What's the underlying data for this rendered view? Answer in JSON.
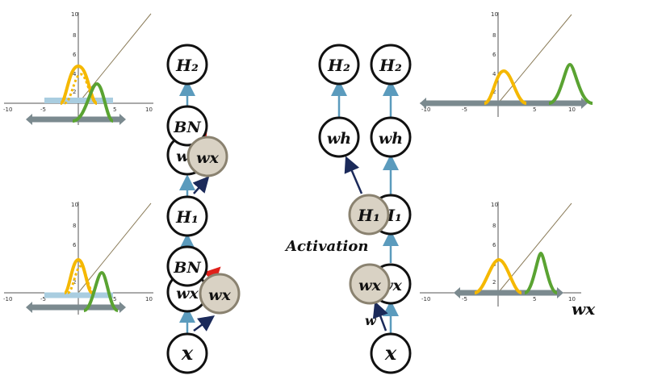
{
  "colors": {
    "node_border": "#111111",
    "active_node_fill": "#d9d2c4",
    "active_node_border": "#8a8270",
    "arrow_blue": "#5b9bbd",
    "arrow_dark": "#1b2a5a",
    "arrow_red": "#e0201a",
    "curve_yellow": "#f5b800",
    "curve_green": "#5aa332",
    "band_light": "#a9cde0",
    "band_gray": "#7b8a8f"
  },
  "labels": {
    "x": "x",
    "wx": "wx",
    "bn": "BN",
    "h1": "H₁",
    "h2": "H₂",
    "wh": "wh",
    "activation": "Activation",
    "w": "w",
    "corner_wx": "wx"
  },
  "plot_ticks": {
    "x": [
      "-10",
      "-5",
      "5",
      "10"
    ],
    "y": [
      "10",
      "8",
      "6",
      "4",
      "2"
    ]
  }
}
